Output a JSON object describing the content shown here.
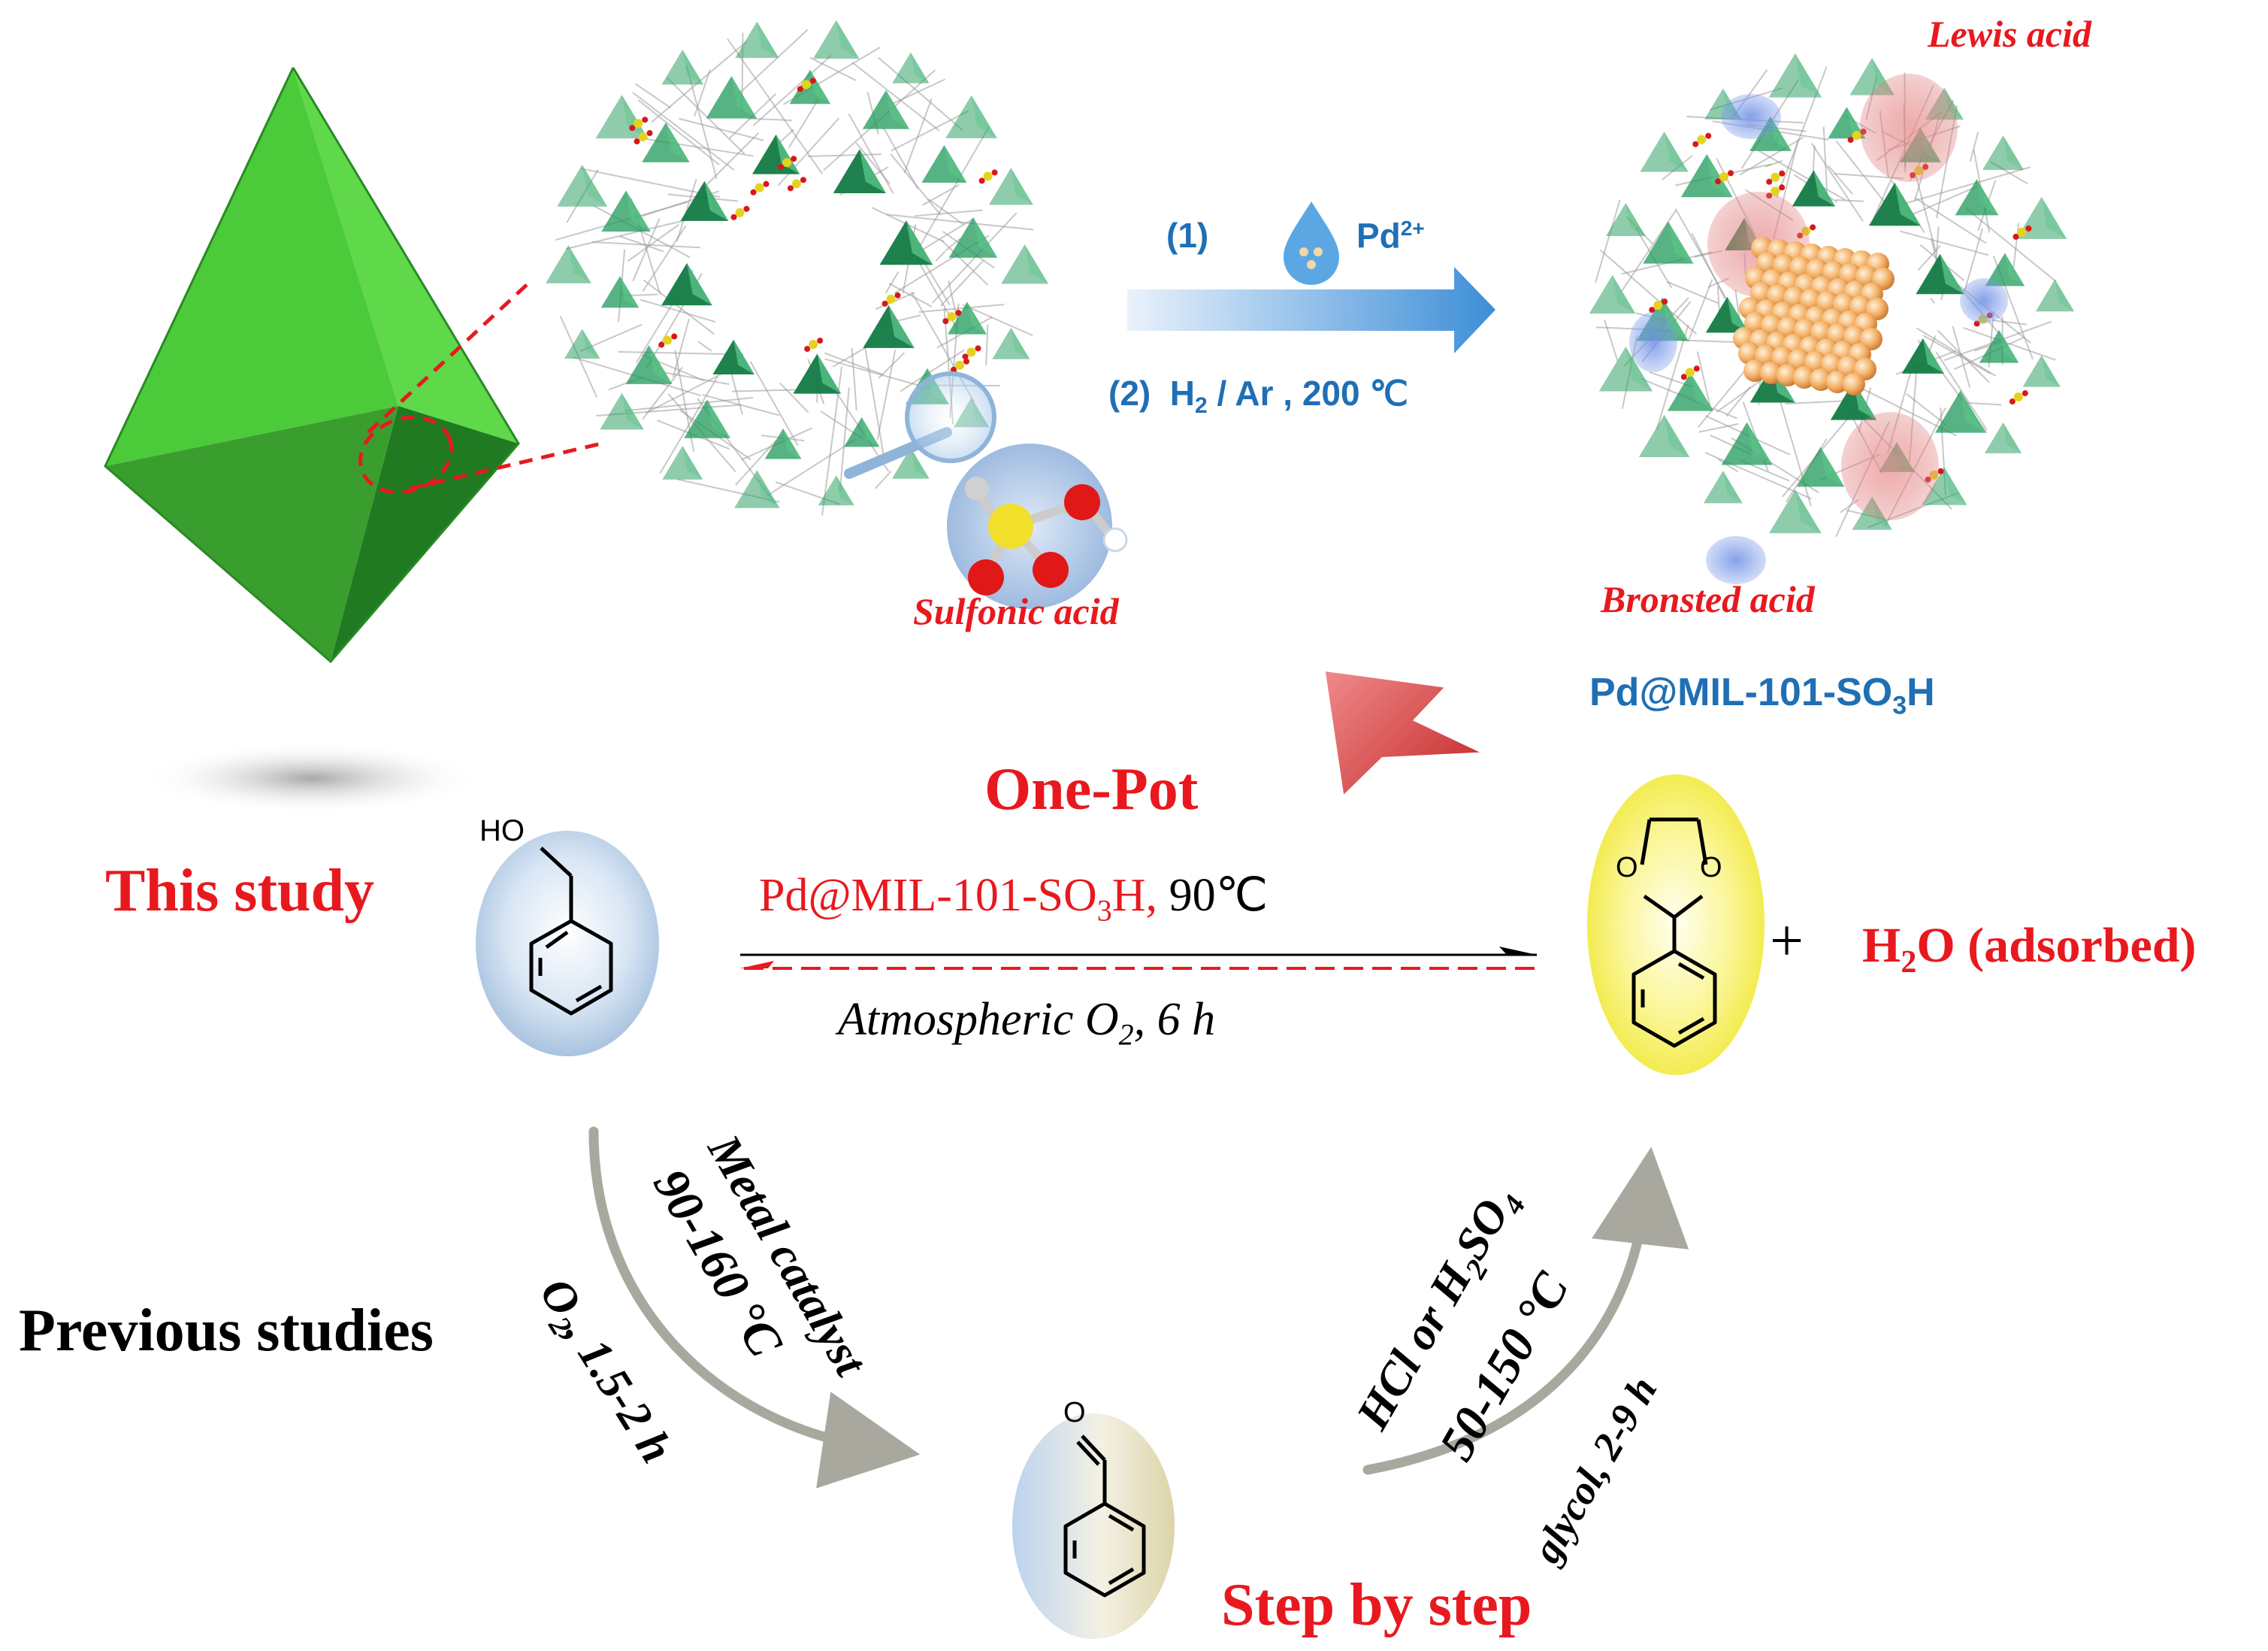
{
  "figure": {
    "top": {
      "step1_number": "(1)",
      "step1_reagent": "Pd",
      "step1_reagent_charge": "2+",
      "step2_number": "(2)",
      "step2_gas": "H",
      "step2_gas_sub": "2",
      "step2_rest": "/ Ar , 200 ℃",
      "label_lewis": "Lewis acid",
      "label_sulfonic": "Sulfonic acid",
      "label_bronsted": "Bronsted acid",
      "catalyst_main": "Pd@MIL-101-SO",
      "catalyst_sub": "3",
      "catalyst_end": "H"
    },
    "reaction": {
      "title": "One-Pot",
      "this_study": "This study",
      "alcohol_label": "HO",
      "conditions_main": "Pd@MIL-101-SO",
      "conditions_sub": "3",
      "conditions_end": "H,",
      "conditions_temp": " 90℃",
      "under_prefix": "Atmospheric O",
      "under_sub": "2",
      "under_suffix": ", 6 h",
      "acetal_o1": "O",
      "acetal_o2": "O",
      "plus": "+",
      "byproduct_main": "H",
      "byproduct_sub": "2",
      "byproduct_end": "O (adsorbed)"
    },
    "previous": {
      "label": "Previous studies",
      "left_cat_line1": "Metal catalyst",
      "left_cat_line2": "90-160 °C",
      "left_cond_prefix": "O",
      "left_cond_sub": "2",
      "left_cond_suffix": ", 1.5-2 h",
      "right_acid_prefix": "HCl or H",
      "right_acid_sub1": "2",
      "right_acid_mid": "SO",
      "right_acid_sub2": "4",
      "right_temp": "50-150 °C",
      "right_cond": "glycol, 2-9 h",
      "aldehyde_o": "O",
      "step_by_step": "Step by step"
    }
  },
  "colors": {
    "red": "#e8191e",
    "blue": "#1f6fb5",
    "green_light": "#5fd34a",
    "green_dark": "#1f8f2a",
    "mof_green": "#1f9a5a",
    "arrow_blue": "#6fa8dc",
    "arrow_grey": "#a9a89f"
  }
}
